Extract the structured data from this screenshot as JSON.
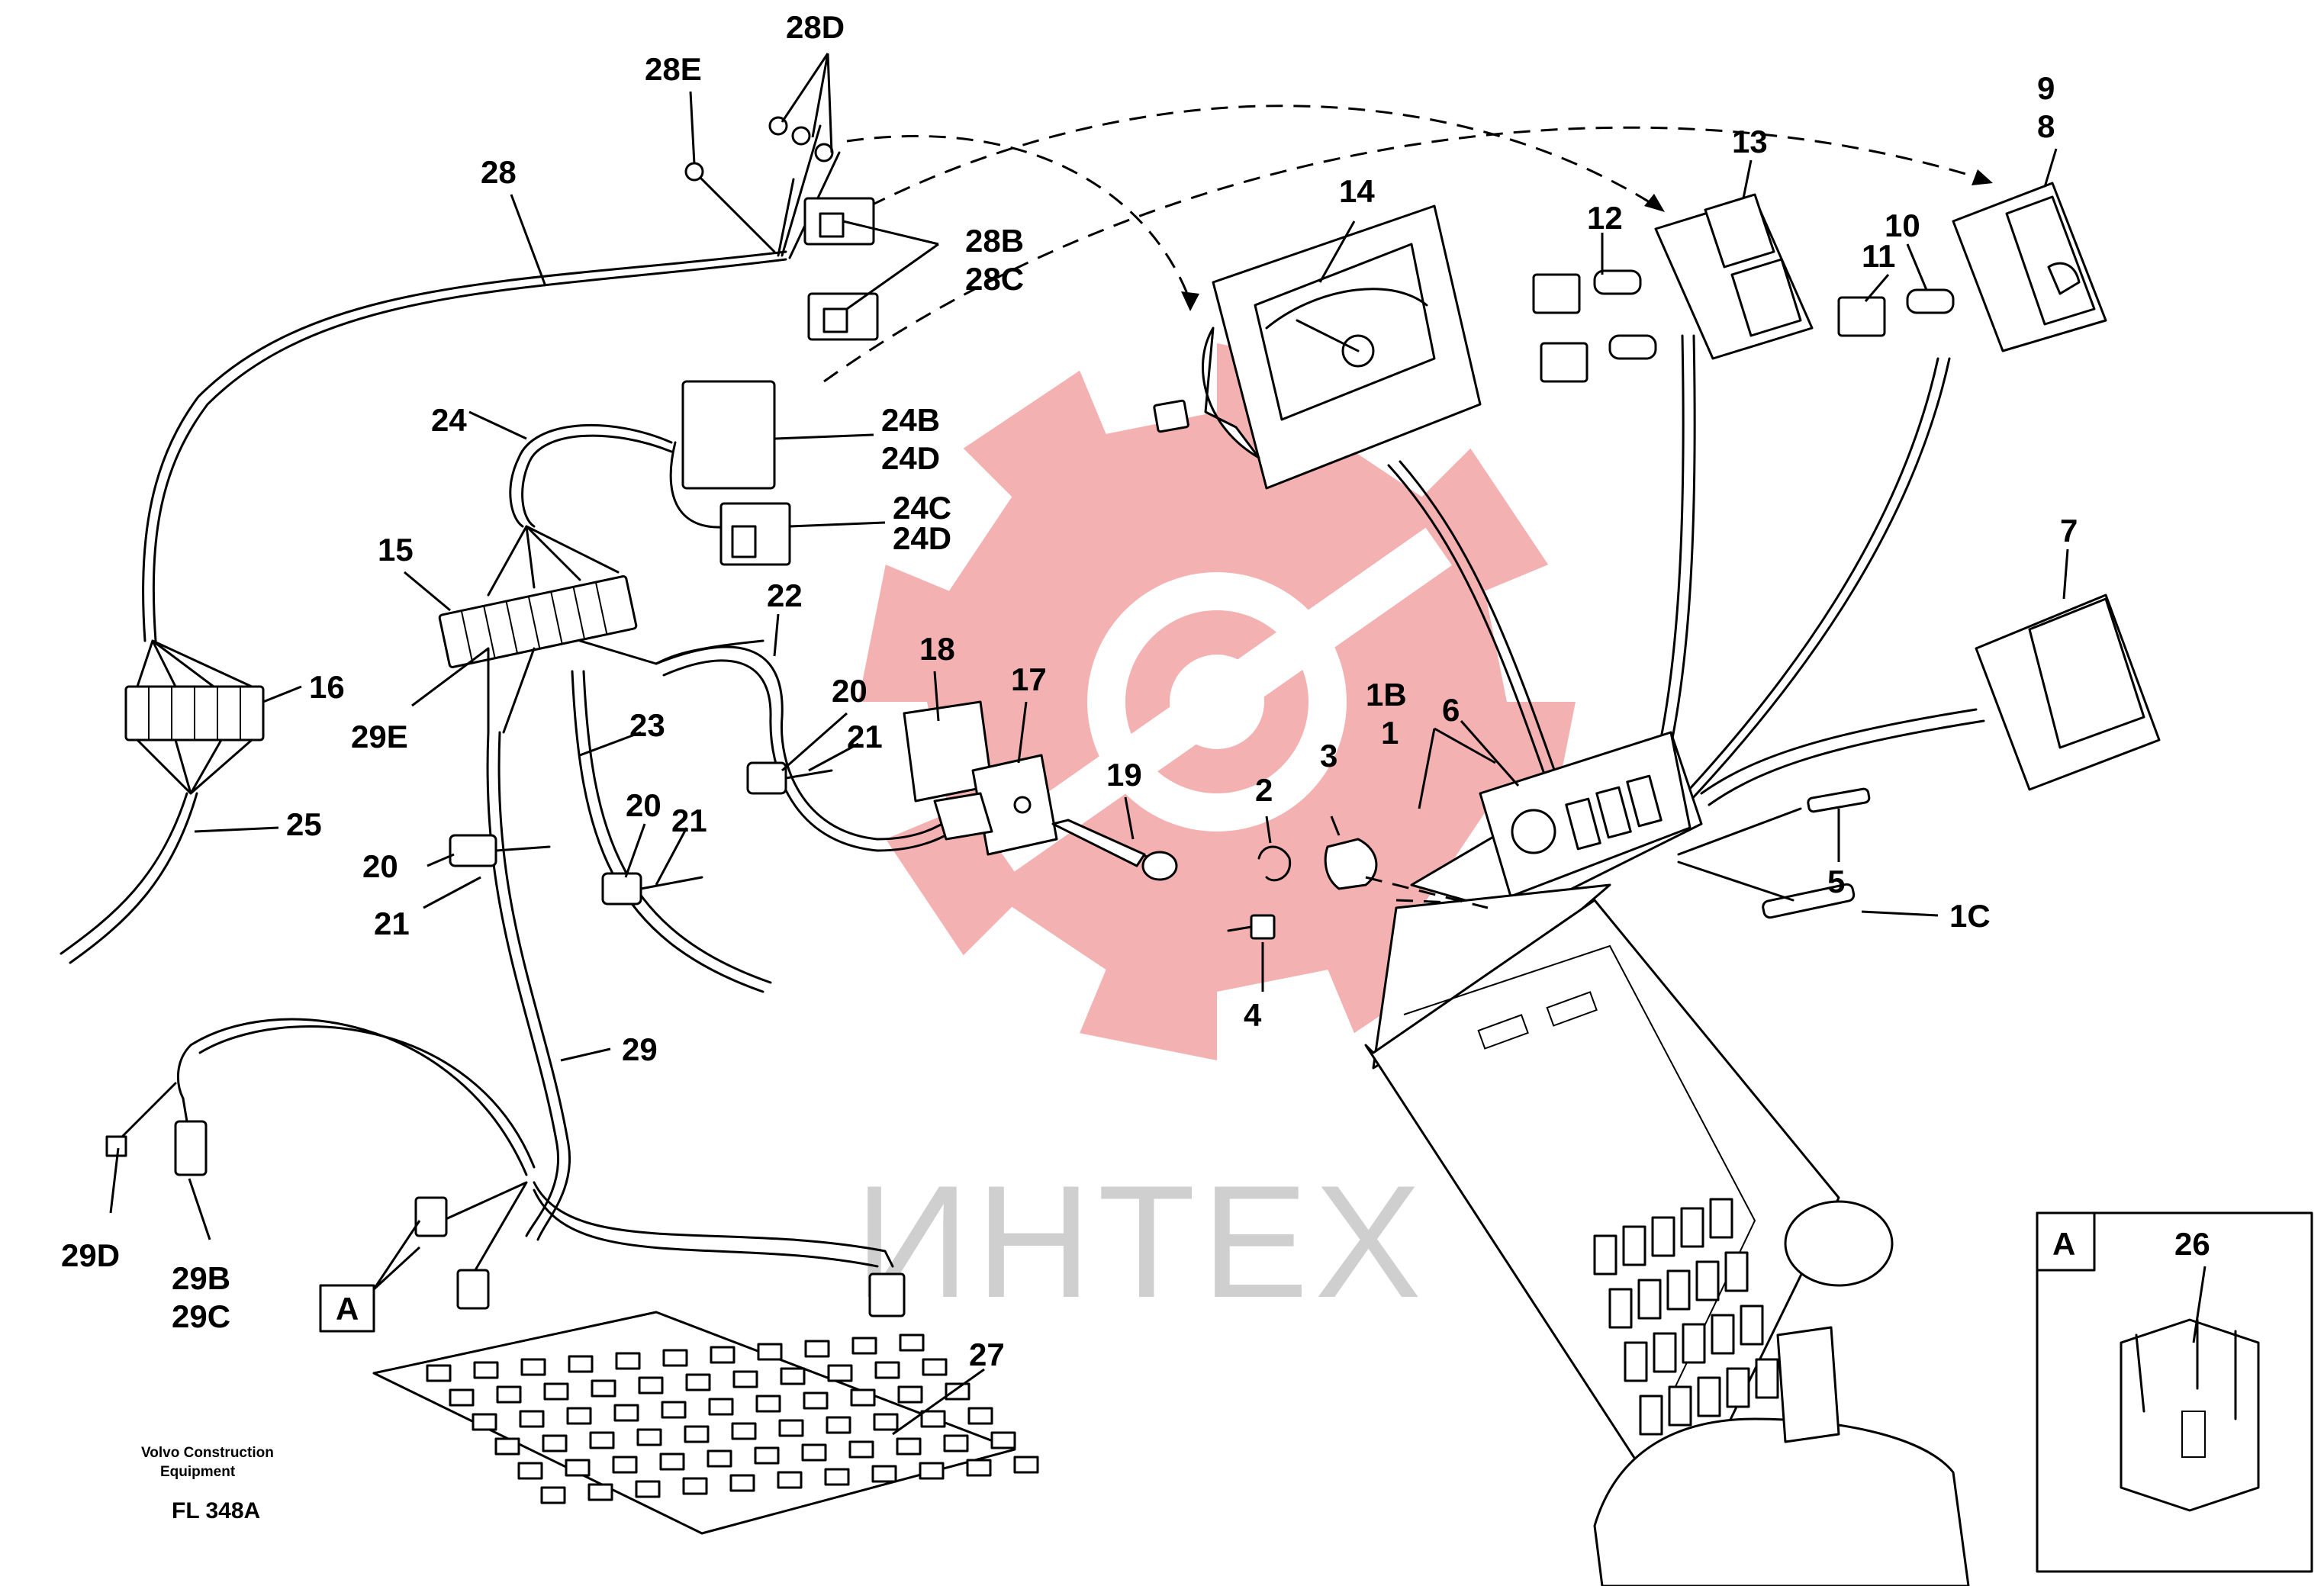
{
  "watermark": {
    "text": "ИНТЕХ",
    "color": "#f3a9a9"
  },
  "callouts": {
    "c28D": "28D",
    "c28E": "28E",
    "c28": "28",
    "c28B": "28B",
    "c28C": "28C",
    "c24": "24",
    "c24B": "24B",
    "c24Dtop": "24D",
    "c24C": "24C",
    "c24Dbot": "24D",
    "c15": "15",
    "c16": "16",
    "c29E": "29E",
    "c25": "25",
    "c22": "22",
    "c23": "23",
    "c18": "18",
    "c17": "17",
    "c20a": "20",
    "c21a": "21",
    "c20b": "20",
    "c21b": "21",
    "c20c": "20",
    "c21c": "21",
    "c19": "19",
    "c29": "29",
    "c29D": "29D",
    "c29B": "29B",
    "c29C": "29C",
    "cA": "A",
    "c27": "27",
    "c14": "14",
    "c13": "13",
    "c12": "12",
    "c11": "11",
    "c10": "10",
    "c9": "9",
    "c8": "8",
    "c7": "7",
    "c1B": "1B",
    "c1": "1",
    "c6": "6",
    "c3": "3",
    "c2": "2",
    "c4": "4",
    "c5": "5",
    "c1C": "1C"
  },
  "detail_box": {
    "tag": "A",
    "part": "26"
  },
  "footer": {
    "line1": "Volvo Construction",
    "line2": "Equipment",
    "ref": "FL 348A"
  }
}
